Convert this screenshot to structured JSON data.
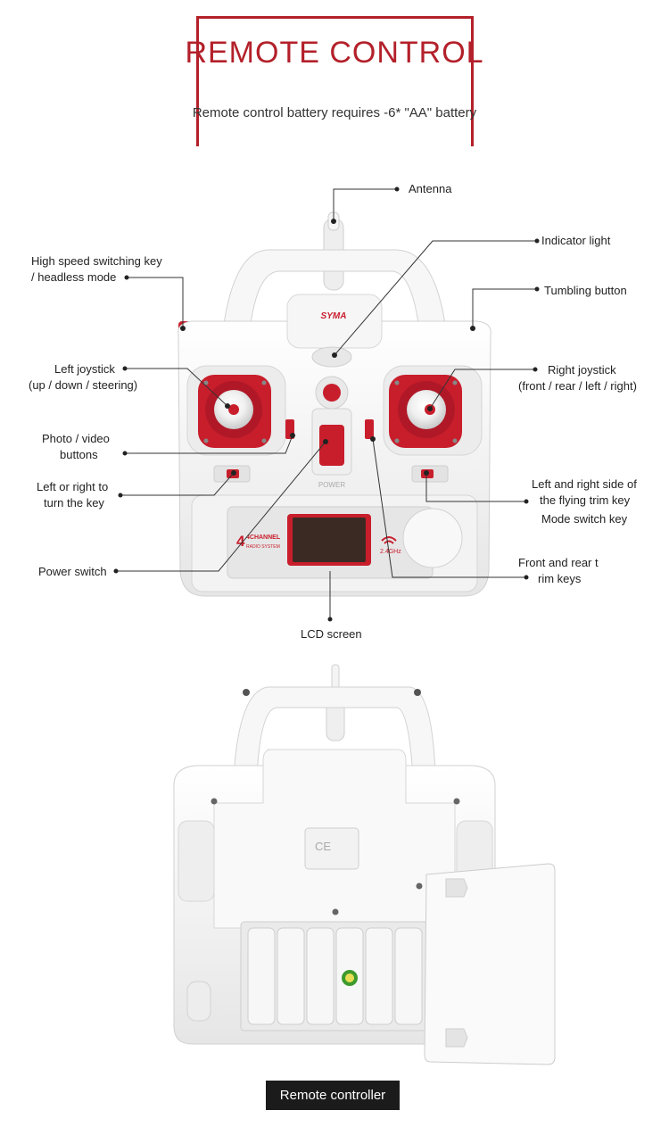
{
  "header": {
    "title": "REMOTE CONTROL",
    "subtitle": "Remote control battery requires -6* \"AA\" battery"
  },
  "brand": {
    "logo_text": "SYMA",
    "power_text": "POWER",
    "channel_text": "4CHANNEL",
    "radio_text": "RADIO SYSTEM",
    "band_text": "2.4GHz"
  },
  "callouts": {
    "antenna": "Antenna",
    "indicator_light": "Indicator light",
    "high_speed_1": "High speed switching key",
    "high_speed_2": "/ headless mode",
    "tumbling": "Tumbling button",
    "left_joystick_1": "Left joystick",
    "left_joystick_2": "(up / down / steering)",
    "right_joystick_1": "Right joystick",
    "right_joystick_2": "(front / rear / left / right)",
    "photo_video_1": "Photo / video",
    "photo_video_2": "buttons",
    "left_right_turn_1": "Left or right to",
    "left_right_turn_2": "turn the key",
    "trim_lr_1": "Left and right side of",
    "trim_lr_2": "the flying trim key",
    "mode_switch": "Mode switch key",
    "power_switch": "Power switch",
    "front_rear_1": "Front and rear t",
    "front_rear_2": "rim keys",
    "lcd": "LCD screen"
  },
  "caption": "Remote controller",
  "colors": {
    "accent": "#b3202a",
    "controller_body": "#f4f4f4",
    "joystick_red": "#c81e2c"
  }
}
